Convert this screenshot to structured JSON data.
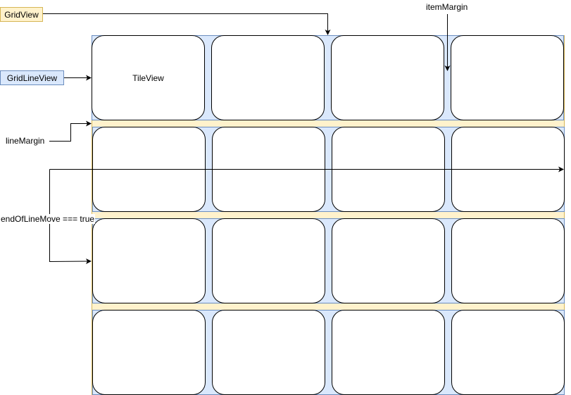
{
  "labels": {
    "grid_view": "GridView",
    "grid_line_view": "GridLineView",
    "tile_view": "TileView",
    "item_margin": "itemMargin",
    "line_margin": "lineMargin",
    "end_of_line_move": "endOfLineMove === true"
  },
  "grid": {
    "rows": 4,
    "columns": 4,
    "tile_labels": [
      [
        "TileView",
        "",
        "",
        ""
      ],
      [
        "",
        "",
        "",
        ""
      ],
      [
        "",
        "",
        "",
        ""
      ],
      [
        "",
        "",
        "",
        ""
      ]
    ]
  },
  "colors": {
    "grid_view_fill": "#fff2cc",
    "grid_view_stroke": "#d6b656",
    "grid_line_view_fill": "#dae8fc",
    "grid_line_view_stroke": "#6c8ebf",
    "tile_fill": "#ffffff",
    "tile_stroke": "#000000"
  }
}
